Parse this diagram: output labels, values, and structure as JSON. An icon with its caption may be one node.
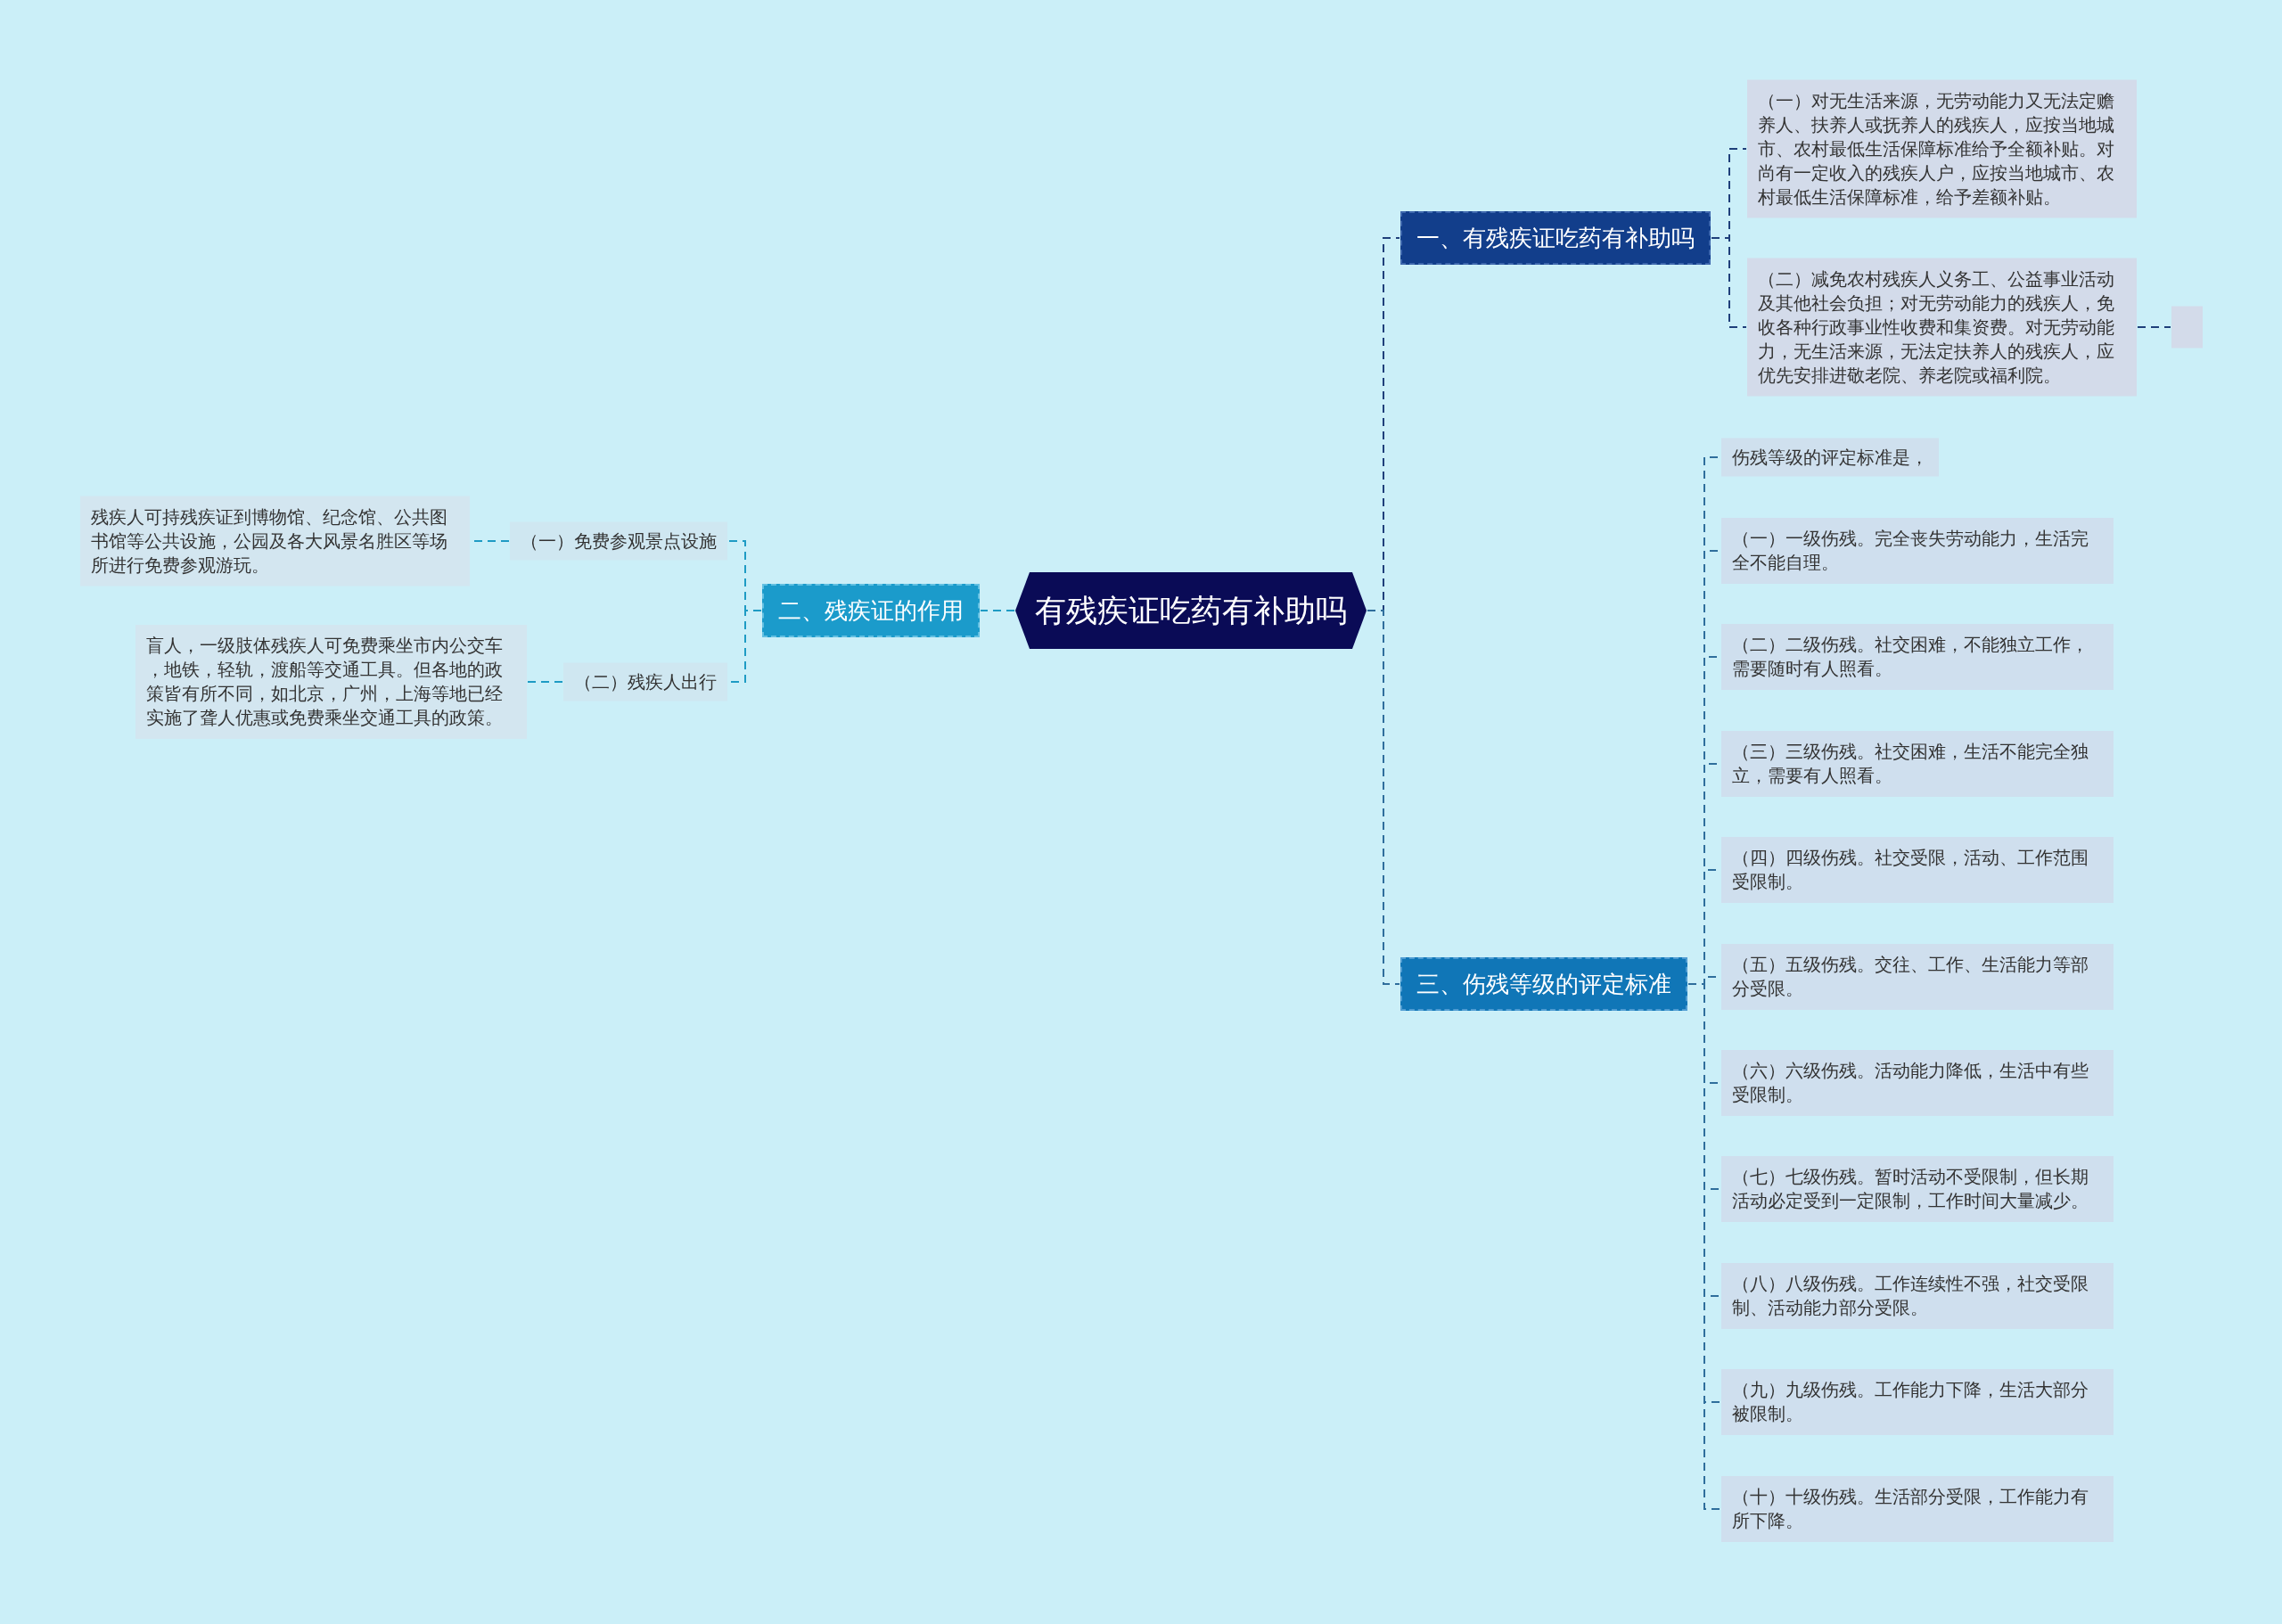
{
  "diagram": {
    "nodes": [
      {
        "text": [
          "有残疾证吃药有补助吗"
        ]
      },
      {
        "text": [
          "一、有残疾证吃药有补助吗"
        ]
      },
      {
        "text": [
          "（一）对无生活来源，无劳动能力又无法定赡养人、扶养人或抚养人的残疾人，应按当地城市、农村最低生活保障标准给予全额补贴。对尚有一定收入的残疾人户，应按当地城市、农村最低生活保障标准，给予差额补贴。"
        ]
      },
      {
        "text": [
          "（二）减免农村残疾人义务工、公益事业活动及其他社会负担；对无劳动能力的残疾人，免收各种行政事业性收费和集资费。对无劳动能力，无生活来源，无法定扶养人的残疾人，应优先安排进敬老院、养老院或福利院。"
        ]
      },
      {
        "text": [],
        "shape": "box"
      },
      {
        "text": [
          "二、残疾证的作用"
        ]
      },
      {
        "text": [
          "（一）免费参观景点设施"
        ]
      },
      {
        "text": [
          "残疾人可持残疾证到博物馆、纪念馆、公共图书馆等公共设施，公园及各大风景名胜区等场所进行免费参观游玩。"
        ]
      },
      {
        "text": [
          "（二）残疾人出行"
        ]
      },
      {
        "text": [
          "盲人，一级肢体残疾人可免费乘坐市内公交车，地铁，轻轨，渡船等交通工具。但各地的政策皆有所不同，如北京，广州，上海等地已经实施了聋人优惠或免费乘坐交通工具的政策。"
        ]
      },
      {
        "text": [
          "三、伤残等级的评定标准"
        ]
      },
      {
        "text": [
          "伤残等级的评定标准是，"
        ]
      },
      {
        "text": [
          "（一）一级伤残。完全丧失劳动能力，生活完全不能自理。"
        ]
      },
      {
        "text": [
          "（二）二级伤残。社交困难，不能独立工作，需要随时有人照看。"
        ]
      },
      {
        "text": [
          "（三）三级伤残。社交困难，生活不能完全独立，需要有人照看。"
        ]
      },
      {
        "text": [
          "（四）四级伤残。社交受限，活动、工作范围受限制。"
        ]
      },
      {
        "text": [
          "（五）五级伤残。交往、工作、生活能力等部分受限。"
        ]
      },
      {
        "text": [
          "（六）六级伤残。活动能力降低，生活中有些受限制。"
        ]
      },
      {
        "text": [
          "（七）七级伤残。暂时活动不受限制，但长期活动必定受到一定限制，工作时间大量减少。"
        ]
      },
      {
        "text": [
          "（八）八级伤残。工作连续性不强，社交受限制、活动能力部分受限。"
        ]
      },
      {
        "text": [
          "（九）九级伤残。工作能力下降，生活大部分被限制。"
        ]
      },
      {
        "text": [
          "（十）十级伤残。生活部分受限，工作能力有所下降。"
        ]
      }
    ],
    "edges": [
      {
        "from": 0,
        "to": 1,
        "arrow": "none",
        "style": "dashed",
        "color": "#1f3f7a"
      },
      {
        "from": 1,
        "to": 2,
        "arrow": "none",
        "style": "dashed",
        "color": "#1f3f7a"
      },
      {
        "from": 1,
        "to": 3,
        "arrow": "none",
        "style": "dashed",
        "color": "#1f3f7a"
      },
      {
        "from": 3,
        "to": 4,
        "arrow": "none",
        "style": "dashed",
        "color": "#1f3f7a"
      },
      {
        "from": 0,
        "to": 5,
        "arrow": "none",
        "style": "dashed",
        "color": "#1e9bc4"
      },
      {
        "from": 5,
        "to": 6,
        "arrow": "none",
        "style": "dashed",
        "color": "#1e9bc4"
      },
      {
        "from": 6,
        "to": 7,
        "arrow": "none",
        "style": "dashed",
        "color": "#1e9bc4"
      },
      {
        "from": 5,
        "to": 8,
        "arrow": "none",
        "style": "dashed",
        "color": "#1e9bc4"
      },
      {
        "from": 8,
        "to": 9,
        "arrow": "none",
        "style": "dashed",
        "color": "#1e9bc4"
      },
      {
        "from": 0,
        "to": 10,
        "arrow": "none",
        "style": "dashed"
      },
      {
        "from": 10,
        "to": 11,
        "arrow": "none",
        "style": "dashed"
      },
      {
        "from": 10,
        "to": 12,
        "arrow": "none",
        "style": "dashed"
      },
      {
        "from": 10,
        "to": 13,
        "arrow": "none",
        "style": "dashed"
      },
      {
        "from": 10,
        "to": 14,
        "arrow": "none",
        "style": "dashed"
      },
      {
        "from": 10,
        "to": 15,
        "arrow": "none",
        "style": "dashed"
      },
      {
        "from": 10,
        "to": 16,
        "arrow": "none",
        "style": "dashed"
      },
      {
        "from": 10,
        "to": 17,
        "arrow": "none",
        "style": "dashed"
      },
      {
        "from": 10,
        "to": 18,
        "arrow": "none",
        "style": "dashed"
      },
      {
        "from": 10,
        "to": 19,
        "arrow": "none",
        "style": "dashed"
      },
      {
        "from": 10,
        "to": 20,
        "arrow": "none",
        "style": "dashed"
      },
      {
        "from": 10,
        "to": 21,
        "arrow": "none",
        "style": "dashed"
      }
    ]
  }
}
